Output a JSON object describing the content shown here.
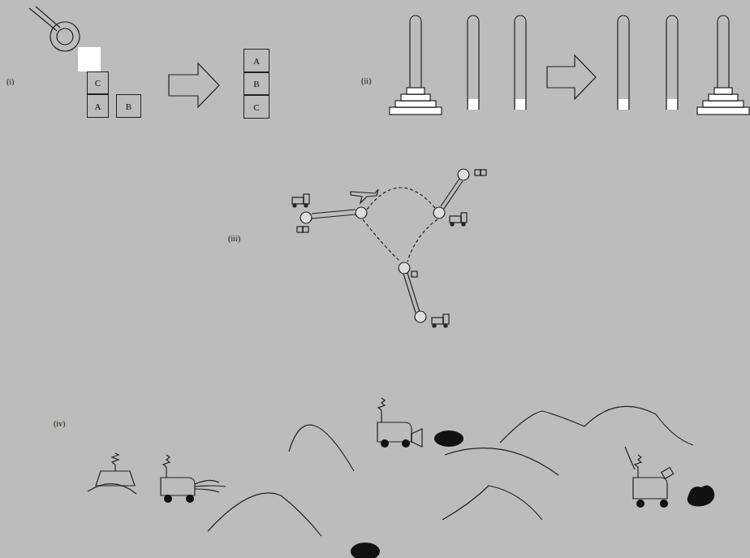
{
  "diagram": {
    "nodes": [
      {
        "text": [
          "C"
        ]
      },
      {
        "text": [
          "A"
        ]
      },
      {
        "text": [
          "B"
        ]
      },
      {
        "text": [
          "A"
        ]
      },
      {
        "text": [
          "B"
        ]
      },
      {
        "text": [
          "C"
        ]
      }
    ],
    "labels": [
      "(i)",
      "(ii)",
      "(iii)",
      "(iv)"
    ]
  }
}
